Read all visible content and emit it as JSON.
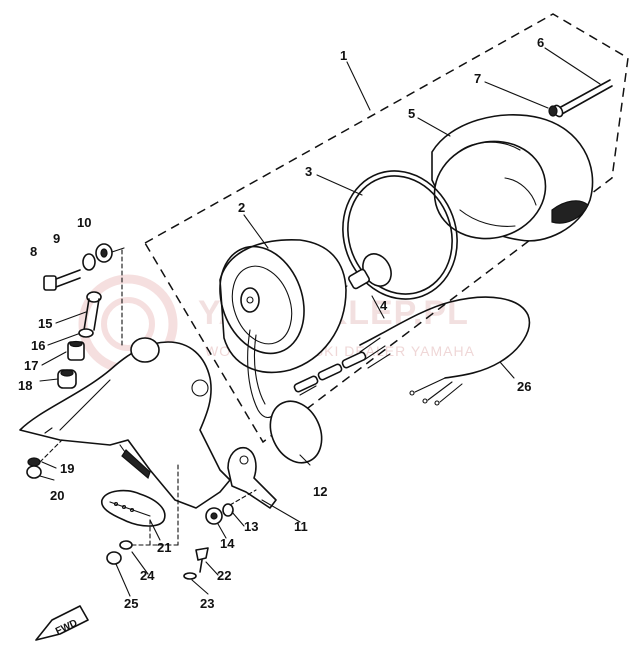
{
  "watermark": {
    "title": "YAMASKLEP.PL",
    "subtitle": "WOJCIECHOWSKI DEALER YAMAHA"
  },
  "direction_label": "FWD",
  "callouts": [
    "1",
    "2",
    "3",
    "4",
    "5",
    "6",
    "7",
    "8",
    "9",
    "10",
    "11",
    "12",
    "13",
    "14",
    "15",
    "16",
    "17",
    "18",
    "19",
    "20",
    "21",
    "22",
    "23",
    "24",
    "25",
    "26"
  ]
}
